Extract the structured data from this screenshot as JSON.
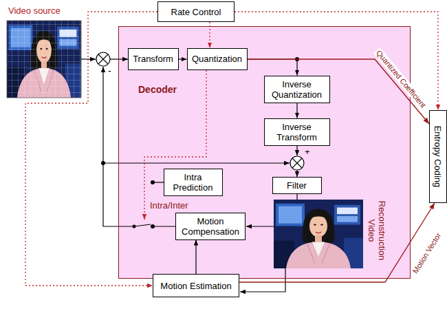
{
  "diagram": {
    "nodes": [
      {
        "text": [
          "Rate Control"
        ]
      },
      {
        "text": [
          "Decoder"
        ]
      },
      {
        "text": [
          "Transform"
        ],
        "in": 1
      },
      {
        "text": [
          "Quantization"
        ],
        "in": 1
      },
      {
        "text": [
          "Inverse Quantization"
        ],
        "in": 1
      },
      {
        "text": [
          "Inverse Transform"
        ],
        "in": 1
      },
      {
        "text": [
          "Filter"
        ],
        "in": 1
      },
      {
        "text": [
          "Intra Prediction"
        ],
        "in": 1
      },
      {
        "text": [
          "Motion Compensation"
        ],
        "in": 1
      },
      {
        "text": [
          "Entropy Coding"
        ]
      },
      {
        "text": [
          "Motion Estimation"
        ]
      }
    ],
    "edges": [
      {
        "from": 2,
        "to": 3,
        "arrow": "to"
      },
      {
        "from": 3,
        "to": 4,
        "arrow": "to"
      },
      {
        "from": 4,
        "to": 5,
        "arrow": "to"
      },
      {
        "from": 3,
        "to": 9,
        "label": "Quantized Coefficient",
        "arrow": "to"
      },
      {
        "from": 0,
        "to": 3,
        "arrow": "to"
      },
      {
        "from": 0,
        "to": 9,
        "arrow": "to"
      },
      {
        "from": 0,
        "to": 10,
        "arrow": "to"
      },
      {
        "from": 10,
        "to": 8,
        "arrow": "to"
      },
      {
        "from": 10,
        "to": 9,
        "label": "Motion Vector",
        "arrow": "to"
      }
    ],
    "labels": [
      "Video source",
      "-",
      "+",
      "Intra/Inter",
      "Reconstruction Video"
    ]
  }
}
